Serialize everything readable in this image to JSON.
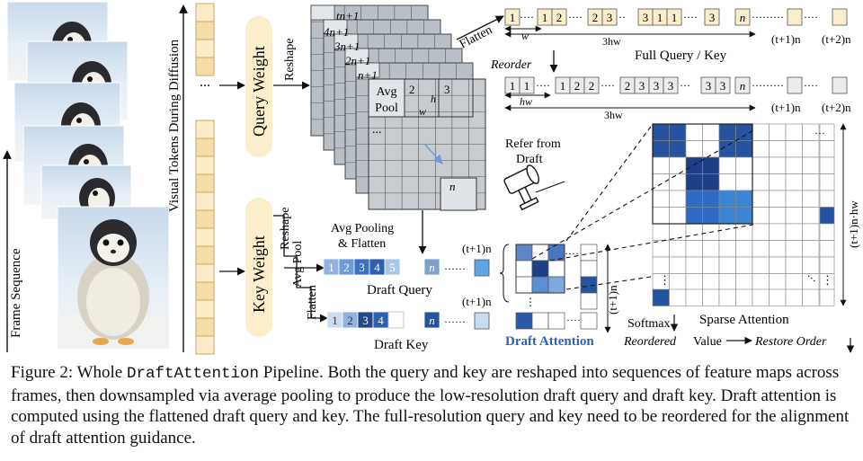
{
  "diagram": {
    "frame_sequence_label": "Frame Sequence",
    "visual_tokens_label": "Visual Tokens During Diffusion",
    "query_weight_label": "Query Weight",
    "key_weight_label": "Key Weight",
    "reshape_label": "Reshape",
    "reshape2_label": "Reshape",
    "avg_pool_label": "Avg Pool",
    "flatten_key_label": "Flatten",
    "flatten_label": "Flatten",
    "reorder_label": "Reorder",
    "full_query_key_label": "Full Query / Key",
    "stack_labels": [
      "tn+1",
      "4n+1",
      "3n+1",
      "2n+1",
      "n+1"
    ],
    "avg_pool_box_line1": "Avg",
    "avg_pool_box_line2": "Pool",
    "grid_1": "1",
    "grid_2": "2",
    "grid_3": "3",
    "grid_h": "h",
    "grid_w": "w",
    "grid_dots": "...",
    "grid_n": "n",
    "avg_pooling_flatten_line1": "Avg Pooling",
    "avg_pooling_flatten_line2": "& Flatten",
    "draft_query_label": "Draft Query",
    "draft_key_label": "Draft Key",
    "draft_query_cells": [
      "1",
      "2",
      "3",
      "4",
      "5"
    ],
    "draft_key_cells": [
      "1",
      "2",
      "3",
      "4"
    ],
    "draft_query_last": "n",
    "draft_key_last": "n",
    "dots": "······",
    "t1n": "(t+1)n",
    "t2n": "(t+2)n",
    "t1nhw": "(t+1)n·hw",
    "hw": "hw",
    "three_hw": "3hw",
    "w": "w",
    "refer_line1": "Refer from",
    "refer_line2": "Draft",
    "draft_attention_label": "Draft Attention",
    "sparse_attention_label": "Sparse Attention",
    "softmax_label": "Softmax",
    "reordered_value_label": "Reordered",
    "value_label": "Value",
    "restore_order_label": "Restore Order",
    "full_row": [
      "1",
      "1",
      "2",
      "2",
      "3",
      "3",
      "1",
      "1",
      "3",
      "n"
    ],
    "reordered_row": [
      "1",
      "1",
      "1",
      "2",
      "2",
      "2",
      "3",
      "3",
      "3",
      "3",
      "3",
      "n"
    ]
  },
  "caption": {
    "prefix": "Figure 2: Whole ",
    "mono": "DraftAttention",
    "rest": " Pipeline. Both the query and key are reshaped into sequences of feature maps across frames, then downsampled via average pooling to produce the low-resolution draft query and draft key. Draft attention is computed using the flattened draft query and key. The full-resolution query and key need to be reordered for the alignment of draft attention guidance."
  },
  "colors": {
    "token_fill": "#f8e2b0",
    "token_stroke": "#c9a968",
    "pill_fill": "#fbeecb",
    "blue_dark": "#1f4fa0",
    "blue_mid": "#3d74c5",
    "blue_light": "#a9c6ea",
    "draft_attention_text": "#2b63b8"
  }
}
